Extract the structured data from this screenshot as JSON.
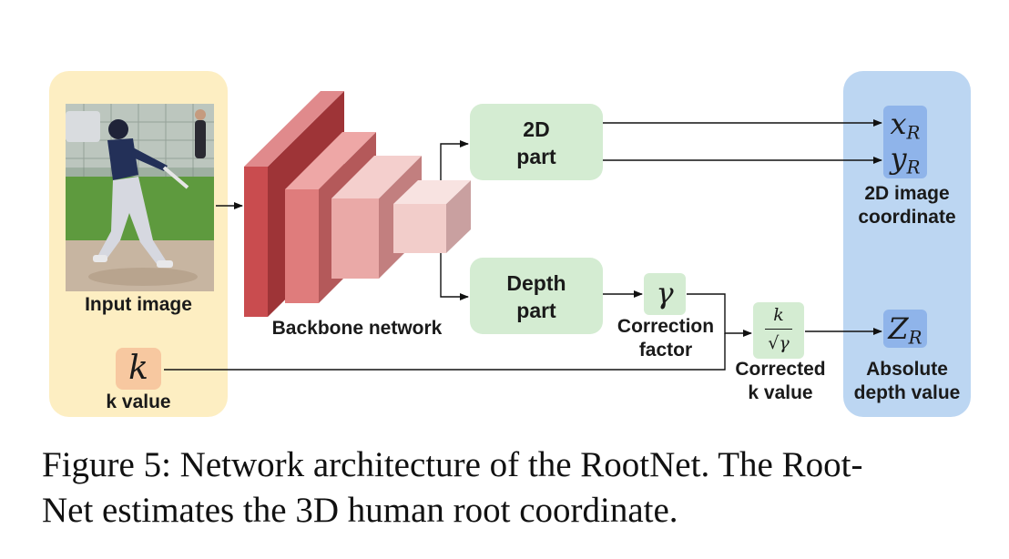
{
  "input_panel": {
    "image_label": "Input image",
    "k_symbol": "k",
    "k_label": "k value"
  },
  "backbone": {
    "label": "Backbone network"
  },
  "part_2d": {
    "line1": "2D",
    "line2": "part"
  },
  "part_depth": {
    "line1": "Depth",
    "line2": "part"
  },
  "correction": {
    "symbol": "γ",
    "line1": "Correction",
    "line2": "factor"
  },
  "corrected": {
    "numerator": "k",
    "denominator": "√γ",
    "line1": "Corrected",
    "line2": "k value"
  },
  "output_panel": {
    "x_symbol": "x",
    "x_sub": "R",
    "y_symbol": "y",
    "y_sub": "R",
    "coord_line1": "2D image",
    "coord_line2": "coordinate",
    "z_symbol": "Z",
    "z_sub": "R",
    "depth_line1": "Absolute",
    "depth_line2": "depth value"
  },
  "caption": {
    "line1": "Figure 5: Network architecture of the RootNet. The Root-",
    "line2": "Net estimates the 3D human root coordinate."
  },
  "colors": {
    "input_panel_bg": "#fdeec2",
    "output_panel_bg": "#bcd6f2",
    "output_chip": "#8fb4ea",
    "part_box": "#d4ecd2",
    "k_chip": "#f7c8a0",
    "block_dark": "#c94c4f",
    "block_mid": "#df7c7c",
    "block_light": "#eaa9a7",
    "block_pale": "#f2cdca"
  }
}
